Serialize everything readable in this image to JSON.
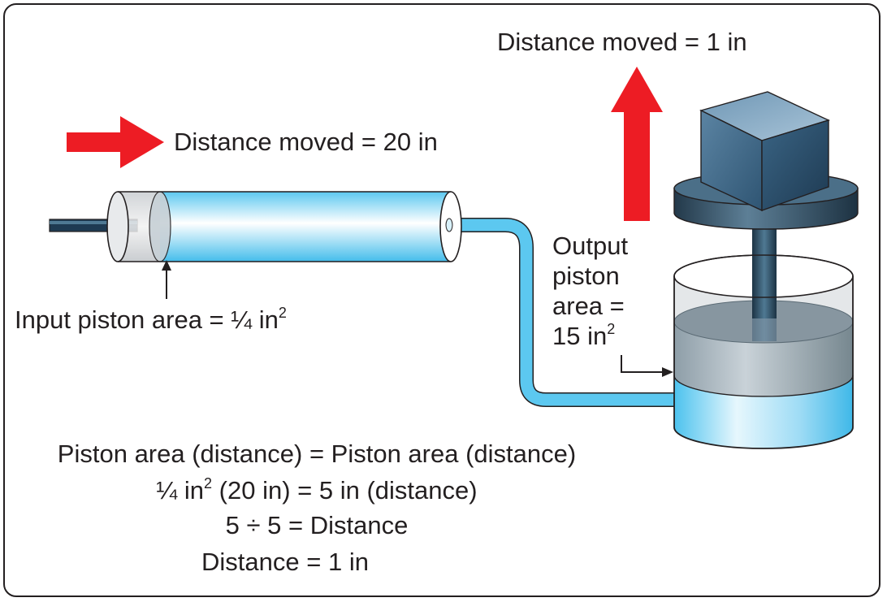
{
  "labels": {
    "output_distance": "Distance moved = 1 in",
    "input_distance": "Distance moved = 20 in",
    "input_area": "Input piston area = ¼ in",
    "input_area_exp": "2",
    "output_area_l1": "Output",
    "output_area_l2": "piston",
    "output_area_l3": "area =",
    "output_area_l4": "15 in",
    "output_area_exp": "2"
  },
  "equations": {
    "line1": "Piston area (distance) = Piston area (distance)",
    "line2_a": "¼ in",
    "line2_exp": "2",
    "line2_b": " (20 in) = 5 in (distance)",
    "line3": "5 ÷ 5 = Distance",
    "line4": "Distance = 1 in"
  },
  "colors": {
    "arrow": "#ed1c24",
    "fluid": "#5cc8f0",
    "metal": "#3e6c8a",
    "outline": "#231f20"
  }
}
